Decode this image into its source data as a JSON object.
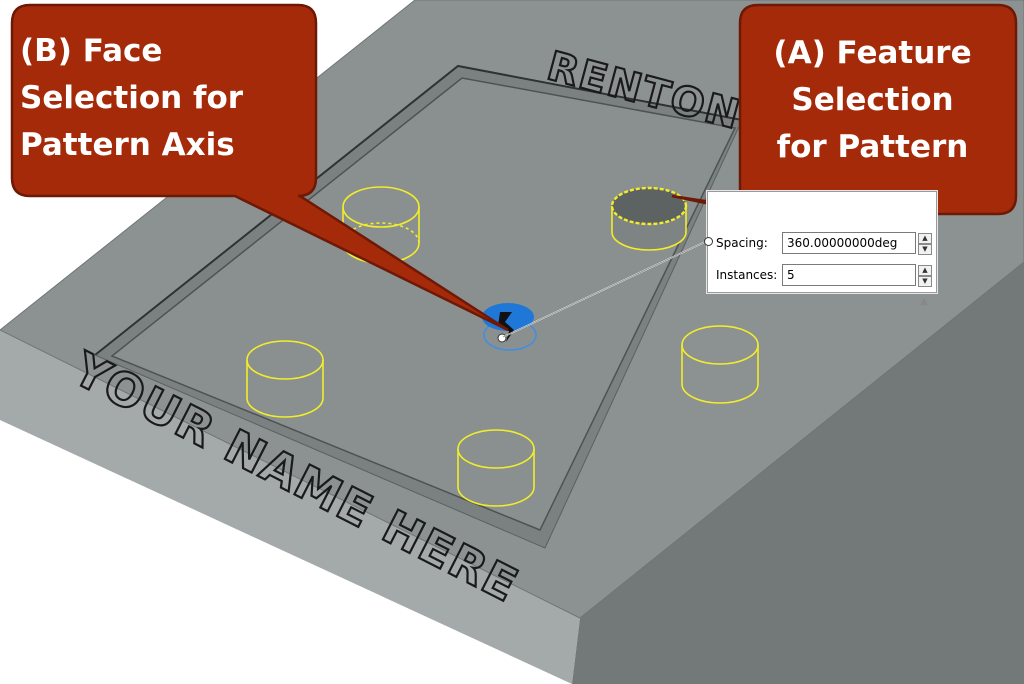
{
  "callouts": {
    "face_selection": [
      "(B) Face",
      "Selection for",
      "Pattern Axis"
    ],
    "feature_selection": [
      "(A) Feature",
      "Selection",
      "for Pattern"
    ]
  },
  "engraving": {
    "top_text": "RENTON",
    "bottom_text": "YOUR NAME HERE"
  },
  "pattern_properties": {
    "spacing_label": "Spacing:",
    "spacing_value": "360.00000000deg",
    "instances_label": "Instances:",
    "instances_value": "5"
  },
  "icons": {
    "spinner_up": "▲",
    "spinner_down": "▼",
    "collapse": "▲"
  },
  "colors": {
    "callout_fill": "#a42a0a",
    "callout_stroke": "#6e1806",
    "plate_top": "#8c9292",
    "plate_side_left": "#a4a9aa",
    "plate_side_right": "#737878",
    "pocket_floor": "#8a9090",
    "pattern_highlight": "#f2ec2a",
    "axis_face": "#1f78d8"
  }
}
